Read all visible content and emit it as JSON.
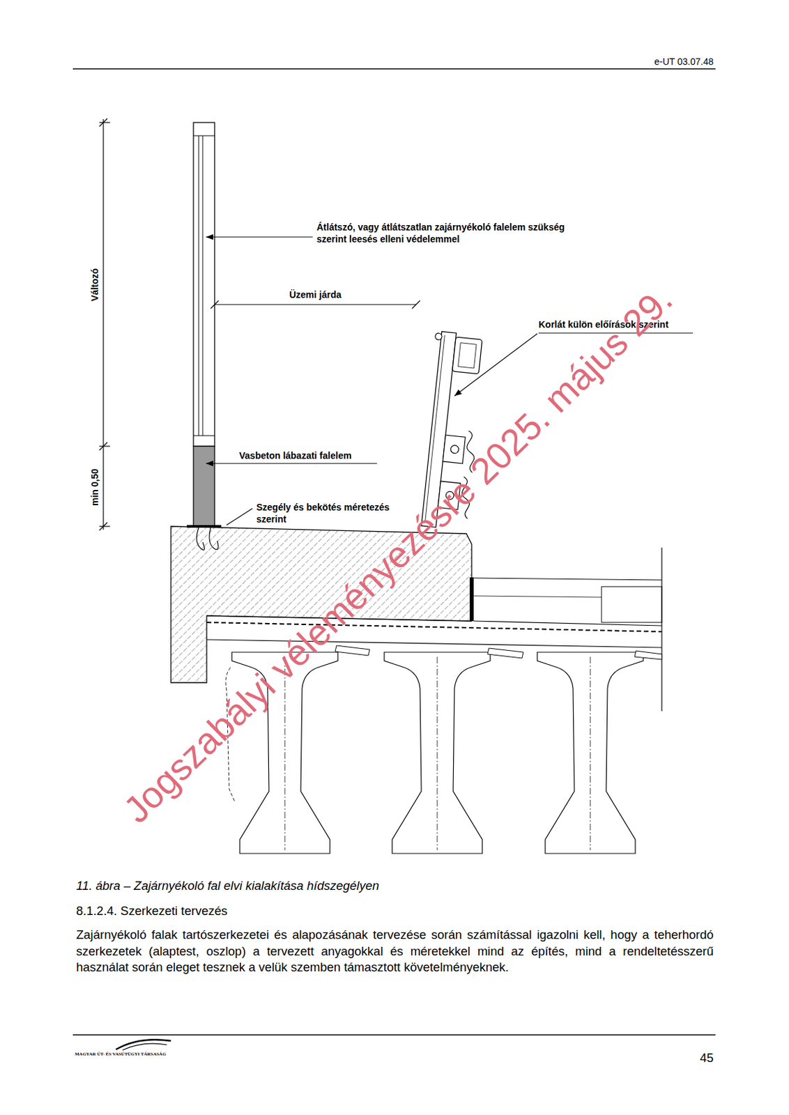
{
  "diagram": {
    "caption": "11. ábra – Zajárnyékoló fal elvi kialakítása hídszegélyen",
    "labels": [
      "e-UT 03.07.48",
      "Változó",
      "Átlátszó, vagy átlátszatlan zajárnyékoló falelem szükség szerint leesés elleni védelemmel",
      "Üzemi járda",
      "Korlát külön előírások szerint",
      "min 0,50",
      "Vasbeton lábazati falelem",
      "Szegély és bekötés méretezés szerint",
      "Jogszabályi véleményezésre 2025. május 29.",
      "8.1.2.4. Szerkezeti tervezés",
      "Zajárnyékoló falak tartószerkezetei és alapozásának tervezése során számítással igazolni kell, hogy a teherhordó szerkezetek (alaptest, oszlop) a tervezett anyagokkal és méretekkel mind az építés, mind a rendeltetésszerű használat során eleget tesznek a velük szemben támasztott követelményeknek.",
      "MAGYAR ÚT- ÉS VASÚTÜGYI TÁRSASÁG",
      "45"
    ]
  }
}
